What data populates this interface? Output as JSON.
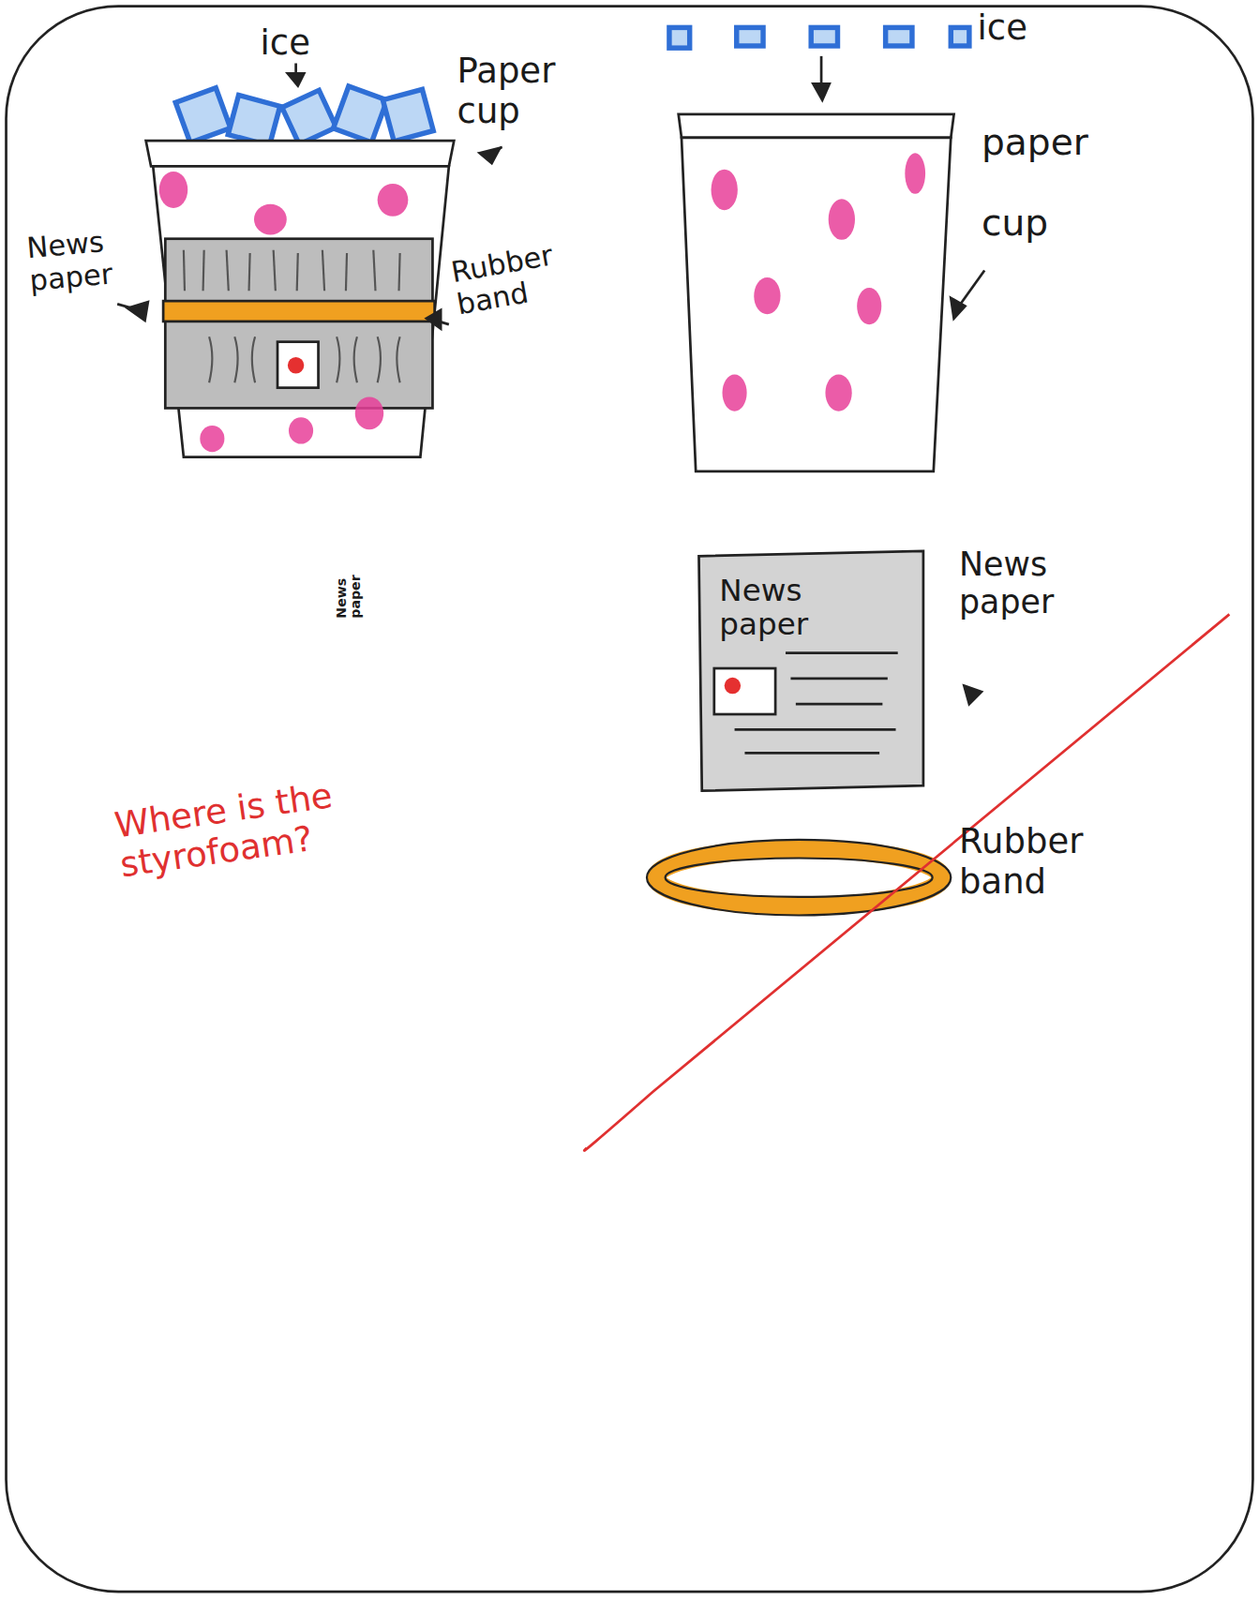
{
  "diagram": {
    "nodes": [
      {
        "text": [
          "News paper"
        ]
      },
      {
        "text": [
          "News paper"
        ]
      }
    ],
    "labels": [
      "ice",
      "Paper cup",
      "News paper",
      "Rubber band",
      "ice",
      "paper cup",
      "News paper",
      "Rubber band",
      "Where is the styrofoam?"
    ]
  }
}
